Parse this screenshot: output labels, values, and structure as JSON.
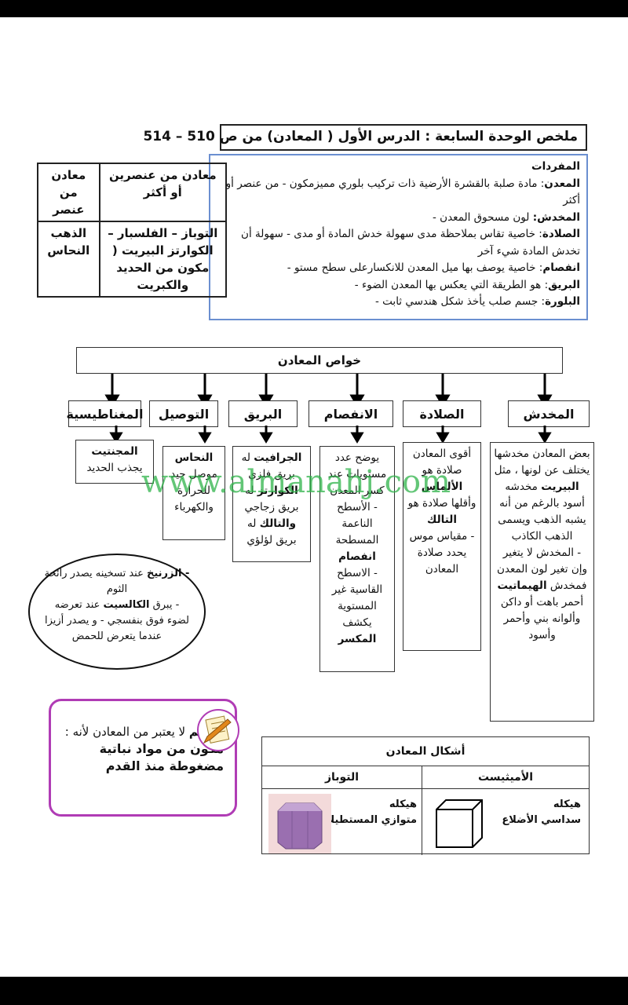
{
  "title": "ملخص الوحدة السابعة : الدرس الأول ( المعادن) من ص 510 – 514",
  "vocab": {
    "heading": "المفردات",
    "items": [
      {
        "term": "المعدن",
        "text": ": مادة صلبة بالقشرة الأرضية ذات تركيب بلوري مميزمكون - من عنصر أو أكثر"
      },
      {
        "term": "المخدش:",
        "text": " لون مسحوق المعدن -"
      },
      {
        "term": "الصلادة",
        "text": ": خاصية تقاس بملاحظة مدى سهولة خدش المادة أو مدى - سهولة أن تخدش المادة شيء آخر"
      },
      {
        "term": "انفصام",
        "text": ": خاصية يوصف بها ميل المعدن للانكسارعلى سطح مستو -"
      },
      {
        "term": "البريق",
        "text": ": هو الطريقة التي يعكس بها المعدن الضوء -"
      },
      {
        "term": "البلورة",
        "text": ": جسم صلب يأخذ شكل هندسي ثابت -"
      }
    ]
  },
  "classification": {
    "headers": [
      "معادن من عنصرين أو أكثر",
      "معادن من عنصر"
    ],
    "multi": "التوباز – الفلسبار – الكوارتز البيريت ( مكون من الحديد والكبريت",
    "single": "الذهب النحاس"
  },
  "properties": {
    "title": "خواص المعادن",
    "columns": [
      {
        "header": "المخدش",
        "lines": [
          "بعض المعادن مخدشها يختلف عن لونها ، مثل",
          "<b>البيريت</b> مخدشه أسود بالرغم من أنه يشبه الذهب ويسمى الذهب الكاذب",
          "- المخدش لا يتغير وإن تغير لون المعدن فمخدش <b>الهيماتيت</b> أحمر باهت أو داكن وألوانه بني وأحمر وأسود"
        ]
      },
      {
        "header": "الصلادة",
        "lines": [
          "أقوى المعادن صلادة هو <b>الألماس</b>",
          "وأقلها صلادة هو <b>التالك</b>",
          "- مقياس موس يحدد صلادة المعادن"
        ]
      },
      {
        "header": "الانفصام",
        "lines": [
          "يوضح عدد مستويات عند كسر المعدن",
          "- الأسطح الناعمة المسطحة <b>انفصام</b>",
          "- الاسطح القاسية غير المستوية يكشف <b>المكسر</b>"
        ]
      },
      {
        "header": "البريق",
        "lines": [
          "<b>الجرافيت</b> له بريق فلزي",
          "<b>الكوارتز</b> له بريق زجاجي",
          "<b>والتالك</b> له بريق لؤلؤي"
        ]
      },
      {
        "header": "التوصيل",
        "lines": [
          "<b>النحاس</b>",
          "موصل جيد للحرارة والكهرباء"
        ]
      },
      {
        "header": "المغناطيسية",
        "lines": [
          "<b>المجنتيت</b>",
          "يجذب الحديد"
        ]
      }
    ]
  },
  "ellipse_text": "<b>- الزرنيخ</b> عند تسخينه يصدر رائحة الثوم<br>- يبرق <b>الكالسيت</b> عند تعرضه لضوء فوق بنفسجي - و يصدر أزيزا عندما يتعرض للحمض",
  "note": {
    "line1": "<b>الفحم</b> لا يعتبر من المعادن لأنه :",
    "line2": "مكون من مواد نباتية مضغوطة منذ القدم"
  },
  "shapes": {
    "title": "أشكال المعادن",
    "left_header": "الأميثيست",
    "right_header": "التوباز",
    "left_text_label": "هيكله",
    "left_text": "سداسي الأضلاع",
    "right_text_label": "هيكله",
    "right_text": "متوازي المستطيلات"
  },
  "watermark": "www.almanahj.com"
}
